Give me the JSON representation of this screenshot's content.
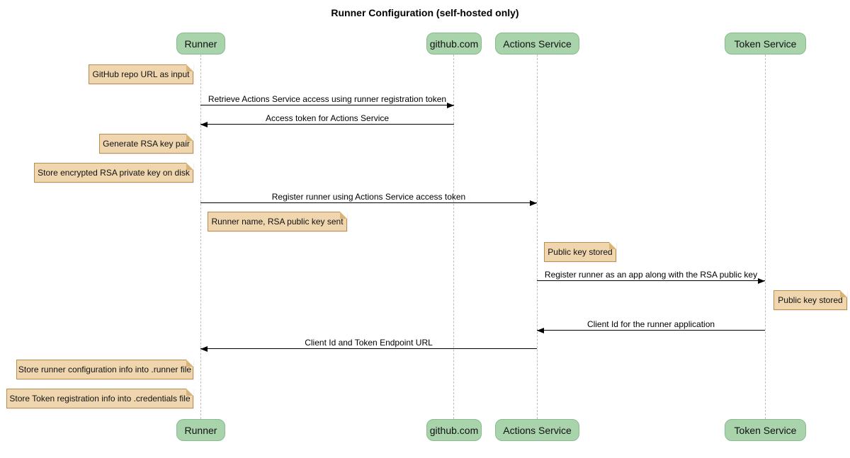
{
  "title": "Runner Configuration (self-hosted only)",
  "participants": [
    {
      "label": "Runner"
    },
    {
      "label": "github.com"
    },
    {
      "label": "Actions Service"
    },
    {
      "label": "Token Service"
    }
  ],
  "messages": [
    {
      "label": "Retrieve Actions Service access using runner registration token",
      "from": "Runner",
      "to": "github.com"
    },
    {
      "label": "Access token for Actions Service",
      "from": "github.com",
      "to": "Runner"
    },
    {
      "label": "Register runner using Actions Service access token",
      "from": "Runner",
      "to": "Actions Service"
    },
    {
      "label": "Register runner as an app along with the RSA public key",
      "from": "Actions Service",
      "to": "Token Service"
    },
    {
      "label": "Client Id for the runner application",
      "from": "Token Service",
      "to": "Actions Service"
    },
    {
      "label": "Client Id and Token Endpoint URL",
      "from": "Actions Service",
      "to": "Runner"
    }
  ],
  "notes": [
    {
      "text": "GitHub repo URL as input",
      "anchor": "Runner"
    },
    {
      "text": "Generate RSA key pair",
      "anchor": "Runner"
    },
    {
      "text": "Store encrypted RSA private key on disk",
      "anchor": "Runner"
    },
    {
      "text": "Runner name, RSA public key sent",
      "anchor": "Runner"
    },
    {
      "text": "Public key stored",
      "anchor": "Actions Service"
    },
    {
      "text": "Public key stored",
      "anchor": "Token Service"
    },
    {
      "text": "Store runner configuration info into .runner file",
      "anchor": "Runner"
    },
    {
      "text": "Store Token registration info into .credentials file",
      "anchor": "Runner"
    }
  ],
  "colors": {
    "participant_fill": "#A8D3AB",
    "participant_border": "#86BB8B",
    "note_fill": "#EFD6AF",
    "note_border": "#B98C4F",
    "lifeline": "#BDBDBD",
    "arrow": "#000000",
    "background": "#FFFFFF"
  }
}
